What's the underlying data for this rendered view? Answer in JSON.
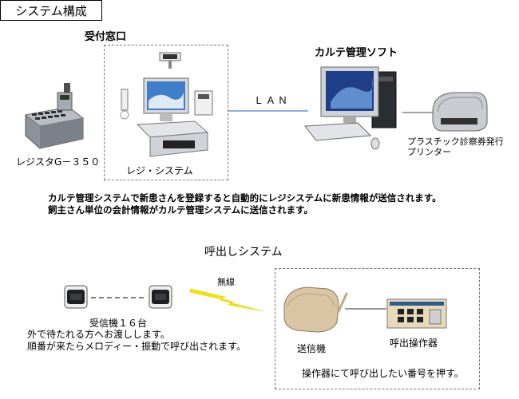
{
  "title": "システム構成",
  "top": {
    "reception_label": "受付窓口",
    "register_label": "レジスタG－３５０",
    "pos_label": "レジ・システム",
    "lan_label": "ＬＡＮ",
    "software_label": "カルテ管理ソフト",
    "printer_label_line1": "プラスチック診察券発行",
    "printer_label_line2": "プリンター",
    "description_line1": "カルテ管理システムで新患さんを登録すると自動的にレジシステムに新患情報が送信されます。",
    "description_line2": "飼主さん単位の会計情報がカルテ管理システムに送信されます。"
  },
  "bottom": {
    "section_title": "呼出しシステム",
    "wireless_label": "無線",
    "receiver_label": "受信機１６台",
    "receiver_desc_line1": "外で待たれる方へお渡しします。",
    "receiver_desc_line2": "順番が来たらメロディー・振動で呼び出されます。",
    "transmitter_label": "送信機",
    "controller_label": "呼出操作器",
    "instruction": "操作器にて呼び出したい番号を押す。"
  },
  "colors": {
    "lan_line": "#4a7fd0",
    "lightning": "#f2e400",
    "screen_sky": "#3f7ec8",
    "register_body": "#9aa0a8",
    "transmitter_body": "#d9c4a3"
  }
}
